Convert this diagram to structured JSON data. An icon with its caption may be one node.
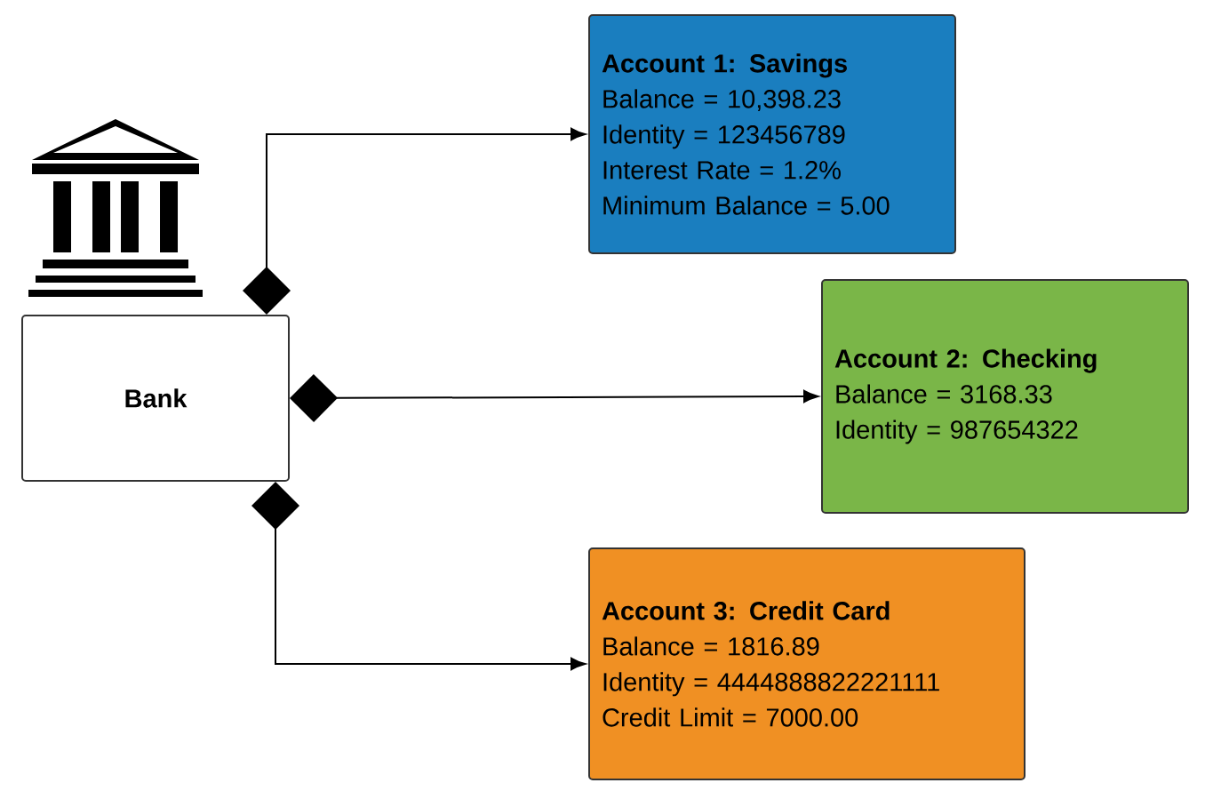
{
  "diagram": {
    "nodes": [
      {
        "text": [
          "Bank"
        ]
      },
      {
        "text": [
          "Account 1: Savings",
          "Balance = 10,398.23",
          "Identity = 123456789",
          "Interest Rate = 1.2%",
          "Minimum Balance = 5.00"
        ]
      },
      {
        "text": [
          "Account 2: Checking",
          "Balance = 3168.33",
          "Identity = 987654322"
        ]
      },
      {
        "text": [
          "Account 3: Credit Card",
          "Balance = 1816.89",
          "Identity = 4444888822221111",
          "Credit Limit = 7000.00"
        ]
      }
    ],
    "edges": [
      {
        "from": 0,
        "to": 1,
        "arrow": "to"
      },
      {
        "from": 0,
        "to": 2,
        "arrow": "to"
      },
      {
        "from": 0,
        "to": 3,
        "arrow": "to"
      }
    ]
  }
}
